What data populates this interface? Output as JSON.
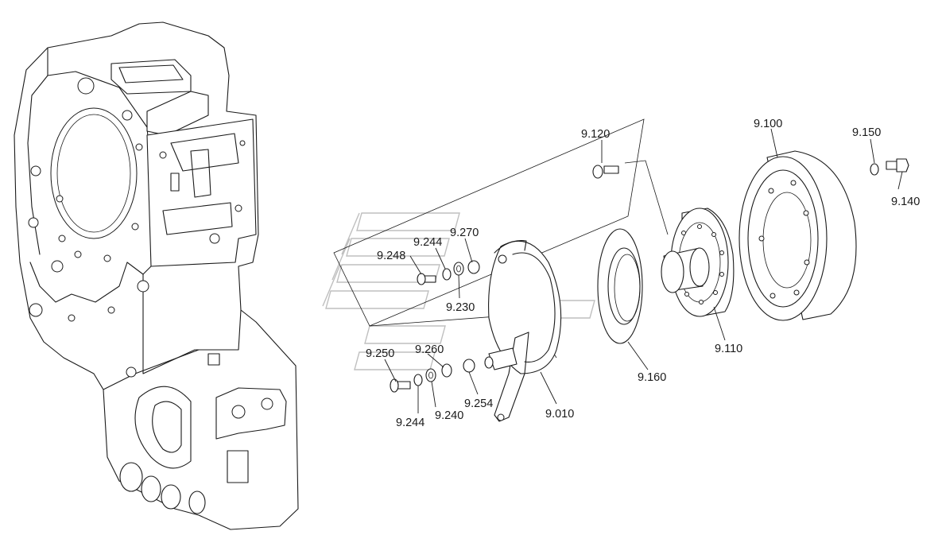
{
  "labels": [
    {
      "id": "9-120",
      "text": "9.120"
    },
    {
      "id": "9-100",
      "text": "9.100"
    },
    {
      "id": "9-150",
      "text": "9.150"
    },
    {
      "id": "9-140",
      "text": "9.140"
    },
    {
      "id": "9-270",
      "text": "9.270"
    },
    {
      "id": "9-244-top",
      "text": "9.244"
    },
    {
      "id": "9-248",
      "text": "9.248"
    },
    {
      "id": "9-230",
      "text": "9.230"
    },
    {
      "id": "9-110",
      "text": "9.110"
    },
    {
      "id": "9-160",
      "text": "9.160"
    },
    {
      "id": "9-260",
      "text": "9.260"
    },
    {
      "id": "9-250",
      "text": "9.250"
    },
    {
      "id": "9-254",
      "text": "9.254"
    },
    {
      "id": "9-010",
      "text": "9.010"
    },
    {
      "id": "9-244-bottom",
      "text": "9.244"
    },
    {
      "id": "9-240",
      "text": "9.240"
    }
  ]
}
